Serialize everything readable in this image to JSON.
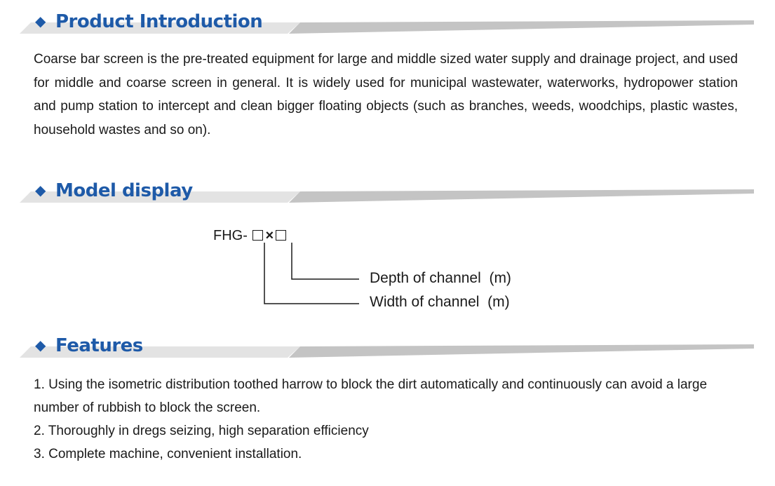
{
  "sections": {
    "intro": {
      "title": "Product Introduction",
      "body": "Coarse bar screen is the pre-treated equipment for large and middle sized water supply and drainage project, and used for middle and coarse screen in general. It is widely used for municipal wastewater, waterworks, hydropower station and pump station to intercept and clean bigger floating objects (such as branches, weeds, woodchips, plastic wastes, household wastes and so on)."
    },
    "model": {
      "title": "Model display",
      "code_prefix": "FHG-",
      "times_symbol": "×",
      "legend_depth": "Depth of channel  (m)",
      "legend_width": "Width of channel  (m)"
    },
    "features": {
      "title": "Features",
      "items": [
        "1. Using the isometric distribution toothed harrow to block the dirt automatically and continuously can avoid a large number of rubbish to block the screen.",
        "2. Thoroughly in dregs seizing, high separation efficiency",
        "3. Complete machine, convenient installation."
      ]
    }
  },
  "colors": {
    "accent": "#1e5aa8",
    "band_light": "#e3e3e3",
    "band_dark": "#bdbdbd",
    "text": "#1a1a1a"
  },
  "icons": {
    "section_marker": "diamond-icon"
  }
}
